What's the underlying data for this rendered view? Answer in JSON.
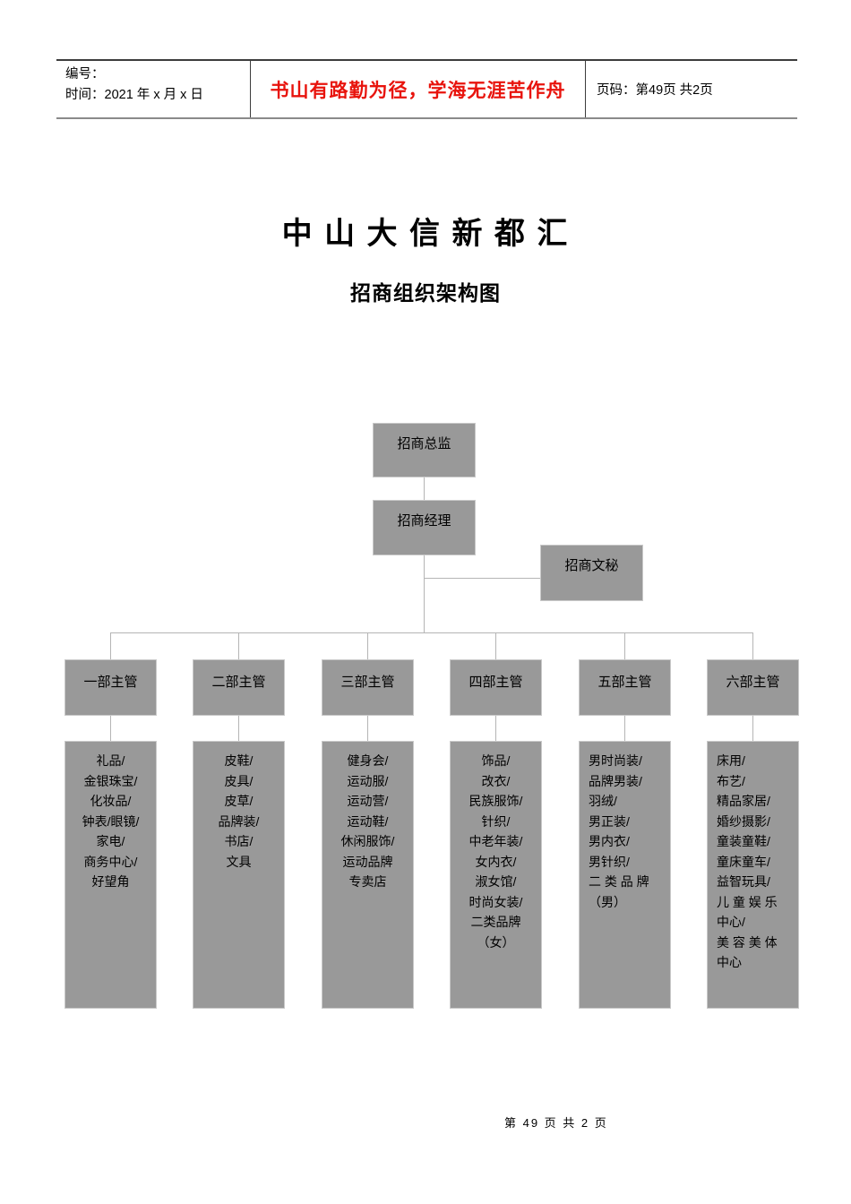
{
  "header": {
    "number_label": "编号：",
    "time_label": "时间：2021 年 x 月 x 日",
    "motto": "书山有路勤为径，学海无涯苦作舟",
    "page_info": "页码：第49页 共2页"
  },
  "title": "中 山 大 信 新 都 汇",
  "subtitle": "招商组织架构图",
  "org": {
    "director": "招商总监",
    "manager": "招商经理",
    "secretary": "招商文秘",
    "departments": [
      {
        "title": "一部主管",
        "align": "center",
        "items": [
          "礼品/",
          "金银珠宝/",
          "化妆品/",
          "钟表/眼镜/",
          "家电/",
          "商务中心/",
          "好望角"
        ]
      },
      {
        "title": "二部主管",
        "align": "center",
        "items": [
          "皮鞋/",
          "皮具/",
          "皮草/",
          "品牌装/",
          "书店/",
          "文具"
        ]
      },
      {
        "title": "三部主管",
        "align": "center",
        "items": [
          "健身会/",
          "运动服/",
          "运动营/",
          "运动鞋/",
          "休闲服饰/",
          "运动品牌",
          "专卖店"
        ]
      },
      {
        "title": "四部主管",
        "align": "center",
        "items": [
          "饰品/",
          "改衣/",
          "民族服饰/",
          "针织/",
          "中老年装/",
          "女内衣/",
          "淑女馆/",
          "时尚女装/",
          "二类品牌",
          "（女）"
        ]
      },
      {
        "title": "五部主管",
        "align": "left",
        "items": [
          "男时尚装/",
          "品牌男装/",
          "羽绒/",
          "男正装/",
          "男内衣/",
          "男针织/",
          "二 类 品 牌",
          "（男）"
        ]
      },
      {
        "title": "六部主管",
        "align": "left",
        "items": [
          "床用/",
          "布艺/",
          "精品家居/",
          "婚纱摄影/",
          "童装童鞋/",
          "童床童车/",
          "益智玩具/",
          "儿 童 娱 乐",
          "中心/",
          "美 容 美 体",
          "中心"
        ]
      }
    ]
  },
  "footer": "第 49 页 共 2 页",
  "colors": {
    "box_fill": "#999999",
    "box_border": "#c9c9c9",
    "connector_line": "#b5b5b5",
    "motto_red": "#e8130c",
    "table_border_dark": "#3c3c3c",
    "table_border_bottom": "#8a8a8a"
  }
}
